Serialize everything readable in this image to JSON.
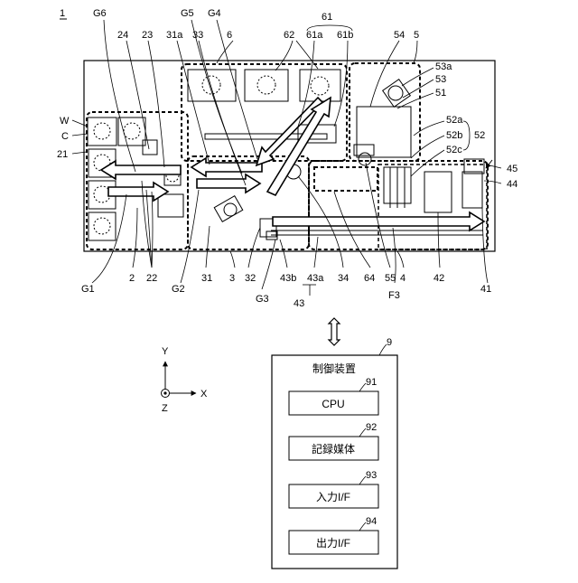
{
  "figure_number": "1",
  "apparatus_labels": {
    "G6": "G6",
    "G5": "G5",
    "G4": "G4",
    "n6": "6",
    "n61": "61",
    "n62": "62",
    "n61a": "61a",
    "n61b": "61b",
    "n54": "54",
    "n5": "5",
    "n53a": "53a",
    "n53": "53",
    "n51": "51",
    "n52a": "52a",
    "n52": "52",
    "n52b": "52b",
    "n52c": "52c",
    "n45": "45",
    "n44": "44",
    "n24": "24",
    "n23": "23",
    "n31a": "31a",
    "n33": "33",
    "W": "W",
    "C": "C",
    "n21": "21",
    "G1": "G1",
    "n2": "2",
    "n22": "22",
    "G2": "G2",
    "n31": "31",
    "n3": "3",
    "n32": "32",
    "G3": "G3",
    "n43b": "43b",
    "n43a": "43a",
    "n43": "43",
    "n34": "34",
    "n64": "64",
    "n55": "55",
    "F3": "F3",
    "n4": "4",
    "n42": "42",
    "n41": "41"
  },
  "axes": {
    "y": "Y",
    "x": "X",
    "z": "Z"
  },
  "controller": {
    "ref": "9",
    "title": "制御装置",
    "blocks": [
      {
        "ref": "91",
        "label": "CPU"
      },
      {
        "ref": "92",
        "label": "記録媒体"
      },
      {
        "ref": "93",
        "label": "入力I/F"
      },
      {
        "ref": "94",
        "label": "出力I/F"
      }
    ]
  }
}
